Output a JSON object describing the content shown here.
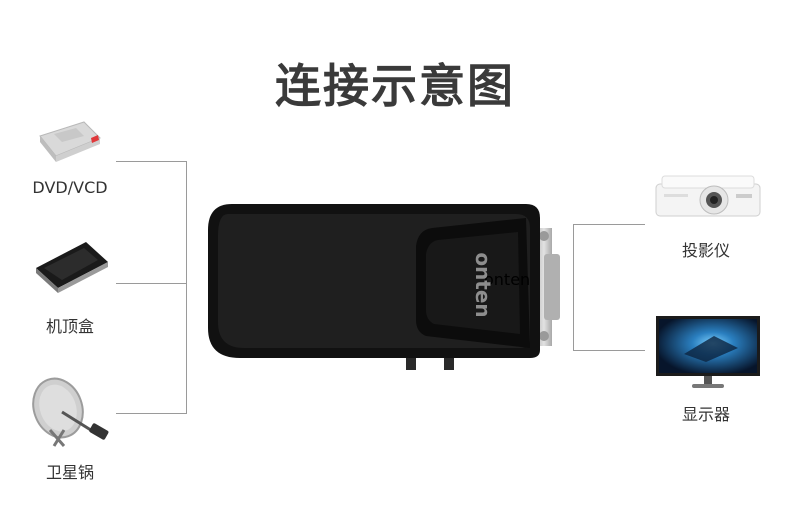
{
  "title": "连接示意图",
  "brand": "onten",
  "sources": [
    {
      "label": "DVD/VCD",
      "icon": "dvd-drive-icon"
    },
    {
      "label": "机顶盒",
      "icon": "set-top-box-icon"
    },
    {
      "label": "卫星锅",
      "icon": "satellite-dish-icon"
    }
  ],
  "destinations": [
    {
      "label": "投影仪",
      "icon": "projector-icon"
    },
    {
      "label": "显示器",
      "icon": "monitor-icon"
    }
  ],
  "colors": {
    "title": "#3a3a3a",
    "converter_body": "#1c1c1c",
    "connector_line": "#9a9a9a"
  }
}
